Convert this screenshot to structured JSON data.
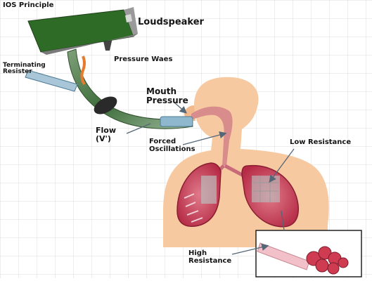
{
  "diagram": {
    "title": "IOS Principle",
    "labels": {
      "loudspeaker": "Loudspeaker",
      "pressure_waves": "Pressure Waes",
      "terminating_resister": "Terminating Resister",
      "mouth_pressure": "Mouth Pressure",
      "flow": "Flow (V')",
      "forced_oscillations": "Forced Oscillations",
      "low_resistance": "Low Resistance",
      "high_resistance": "High Resistance"
    }
  },
  "colors": {
    "grid": "#dddddd",
    "body_skin": "#f6c9a0",
    "lung": "#c83a56",
    "loudspeaker_green": "#2e6b26",
    "tube_green": "#4b7a4a",
    "arrow": "#556677"
  }
}
